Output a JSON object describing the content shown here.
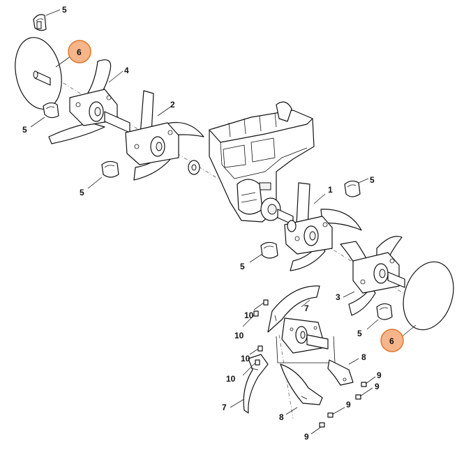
{
  "diagram": {
    "callouts": {
      "hub_cap_top": "5",
      "disc_top": "6",
      "tine_left_outer": "4",
      "clip_left": "5",
      "tine_left_inner": "2",
      "clip_mid_left": "5",
      "tine_right_inner": "1",
      "clip_right_top": "5",
      "clip_right_mid": "5",
      "tine_right_outer": "3",
      "clip_right_low": "5",
      "disc_bottom": "6",
      "blade_7_upper": "7",
      "bolt_10_a": "10",
      "bolt_10_b": "10",
      "bolt_10_c": "10",
      "bolt_10_d": "10",
      "blade_7_lower": "7",
      "blade_8_right": "8",
      "blade_8_lower": "8",
      "screw_9_a": "9",
      "screw_9_b": "9",
      "screw_9_c": "9",
      "screw_9_d": "9"
    },
    "highlight_color": "#f6b58a"
  }
}
